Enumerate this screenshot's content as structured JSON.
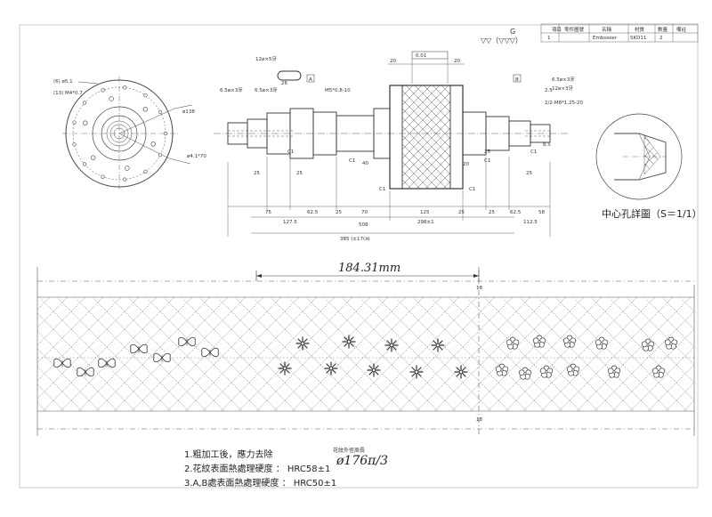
{
  "title_block": {
    "headers": [
      "項目",
      "零件圖號",
      "名稱",
      "材質",
      "數量",
      "備註"
    ],
    "row": [
      "1",
      "",
      "Embosser",
      "SKD11",
      "2",
      ""
    ]
  },
  "finish_symbols": {
    "label": "G",
    "text": "▽▽（▽▽▽）"
  },
  "dims": {
    "d508": "508",
    "d385": "385 (±17㎝)",
    "d75": "75",
    "d62_5": "62.5",
    "d25": "25",
    "d70": "70",
    "d125": "125",
    "d112_5": "112.5",
    "d127_5": "127.5",
    "d298": "298±1",
    "d58": "58",
    "d40": "40",
    "d26": "26",
    "d20": "20",
    "d2_5": "2.5",
    "d8_5": "8.5",
    "c1": "C1",
    "tol": "0.01",
    "ref_a": "A",
    "ref_b": "B",
    "thread1": "12ø×5牙",
    "thread2": "6.5ø×3牙",
    "thread3": "6.5ø×3牙",
    "thread4": "M5*0.8-10",
    "thread5": "6.5ø×3牙",
    "thread6": "12ø×3牙",
    "thread7": "2/2-M8*1.25-20",
    "d138": "ø138",
    "d41": "ø4.1*70",
    "hole1": "(6) ø5.1",
    "hole2": "(13) M4*0.7",
    "detail_label": "中心孔詳圖（S＝1/1）"
  },
  "pattern": {
    "length_label": "184.31mm",
    "edge_mark1": "18",
    "edge_mark2": "18"
  },
  "notes": [
    "1.粗加工後，應力去除",
    "2.花紋表面熱處理硬度 ： HRC58±1",
    "3.A,B處表面熱處理硬度 ： HRC50±1"
  ],
  "pitch_note": {
    "label": "花紋外徑周長",
    "value": "ø176π/3"
  }
}
